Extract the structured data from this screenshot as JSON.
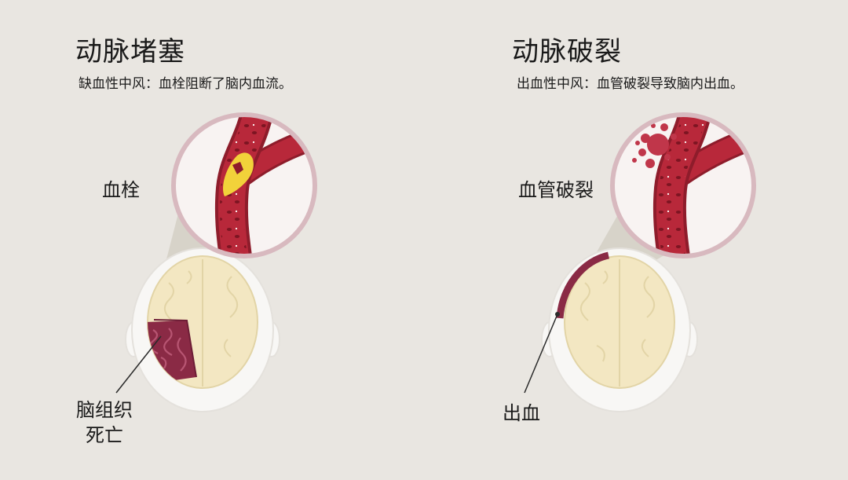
{
  "left_panel": {
    "title": "动脉堵塞",
    "subtitle": "缺血性中风：血栓阻断了脑内血流。",
    "callout": "血栓",
    "bottom_label_line1": "脑组织",
    "bottom_label_line2": "死亡"
  },
  "right_panel": {
    "title": "动脉破裂",
    "subtitle": "出血性中风：血管破裂导致脑内出血。",
    "callout": "血管破裂",
    "bottom_label": "出血"
  },
  "colors": {
    "background": "#e9e6e1",
    "vessel": "#b8283a",
    "vessel_dark": "#8e1c2b",
    "clot": "#f2d23a",
    "brain": "#f3e7c2",
    "infarct": "#8a2a45",
    "skull": "#f8f7f5",
    "lens_rim": "#d8b9bf"
  }
}
